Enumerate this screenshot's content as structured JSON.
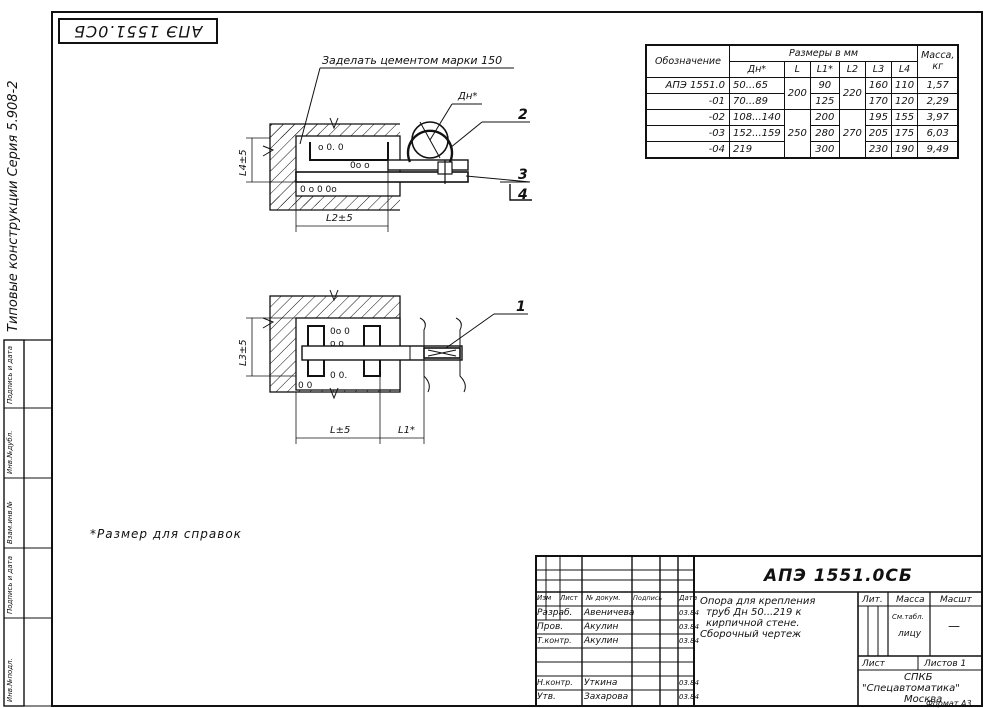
{
  "top_stamp": "АПЭ 1551.0СБ",
  "left_margin": {
    "series": "Типовые конструкции  Серия 5.908-2",
    "columns": [
      "Инв.№подл.",
      "Подпись и дата",
      "Взам.инв.№",
      "Инв.№дубл.",
      "Подпись и дата"
    ]
  },
  "drawing": {
    "note_cement": "Заделать цементом марки 150",
    "dim_dn": "Дн*",
    "dim_l4": "L4±5",
    "dim_l2": "L2±5",
    "dim_l3": "L3±5",
    "dim_l": "L±5",
    "dim_l1": "L1*",
    "callouts": [
      "1",
      "2",
      "3",
      "4"
    ]
  },
  "footnote": "*Размер для справок",
  "size_table": {
    "col_designation": "Обозначение",
    "group_header": "Размеры в мм",
    "col_mass": "Масса, кг",
    "sub_headers": [
      "Дн*",
      "L",
      "L1*",
      "L2",
      "L3",
      "L4"
    ],
    "rows": [
      {
        "name": "АПЭ 1551.0",
        "dn": "50...65",
        "l1": "90",
        "l3": "160",
        "l4": "110",
        "mass": "1,57"
      },
      {
        "name": "-01",
        "dn": "70...89",
        "l1": "125",
        "l3": "170",
        "l4": "120",
        "mass": "2,29"
      },
      {
        "name": "-02",
        "dn": "108...140",
        "l1": "200",
        "l3": "195",
        "l4": "155",
        "mass": "3,97"
      },
      {
        "name": "-03",
        "dn": "152...159",
        "l1": "280",
        "l3": "205",
        "l4": "175",
        "mass": "6,03"
      },
      {
        "name": "-04",
        "dn": "219",
        "l1": "300",
        "l3": "230",
        "l4": "190",
        "mass": "9,49"
      }
    ],
    "merged_l": [
      "200",
      "250"
    ],
    "merged_l2": [
      "220",
      "270"
    ]
  },
  "title_block": {
    "doc_code": "АПЭ 1551.0СБ",
    "title": [
      "Опора для крепления",
      "труб Дн 50...219 к",
      "кирпичной стене.",
      "Сборочный чертеж"
    ],
    "head_row": [
      "Изм",
      "Лист",
      "№ докум.",
      "Подпись",
      "Дата"
    ],
    "roles": [
      {
        "role": "Разраб.",
        "name": "Авеничева",
        "date": "03.84"
      },
      {
        "role": "Пров.",
        "name": "Акулин",
        "date": "03.84"
      },
      {
        "role": "Т.контр.",
        "name": "Акулин",
        "date": "03.84"
      },
      {
        "role": "Н.контр.",
        "name": "Уткина",
        "date": "03.84"
      },
      {
        "role": "Утв.",
        "name": "Захарова",
        "date": "03.84"
      }
    ],
    "lit": "Лит.",
    "mass": "Масса",
    "scale": "Масшт",
    "mass_value": "См.табл.",
    "mass_value2": "лицу",
    "scale_value": "—",
    "sheet": "Лист",
    "sheets": "Листов 1",
    "org": [
      "СПКБ",
      "\"Спецавтоматика\"",
      "Москва"
    ],
    "format": "Формат А3"
  }
}
